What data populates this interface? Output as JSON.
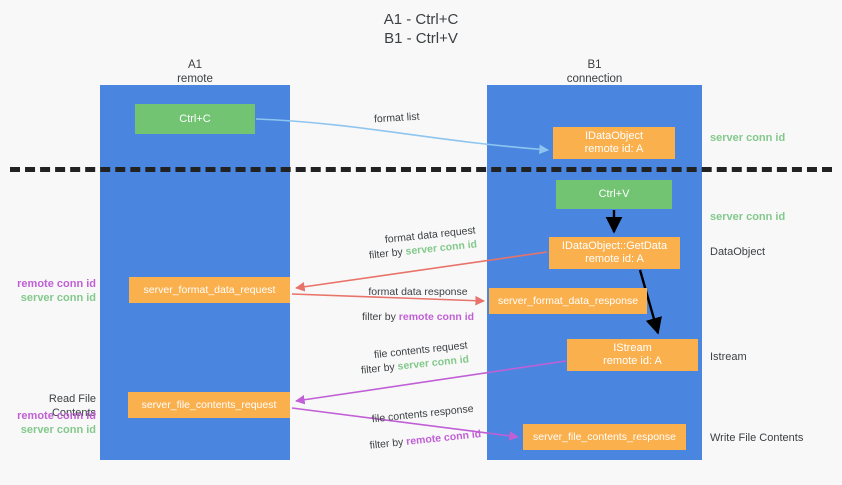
{
  "title": "A1 - Ctrl+C\nB1 - Ctrl+V",
  "lanes": [
    {
      "id": "a1",
      "label": "A1\nremote"
    },
    {
      "id": "b1",
      "label": "B1\nconnection"
    }
  ],
  "nodes": {
    "ctrl_c": "Ctrl+C",
    "idataobject": "IDataObject\nremote id: A",
    "ctrl_v": "Ctrl+V",
    "getdata": "IDataObject::GetData\nremote id: A",
    "istream": "IStream\nremote id: A",
    "server_format_data_request": "server_format_data_request",
    "server_format_data_response": "server_format_data_response",
    "server_file_contents_request": "server_file_contents_request",
    "server_file_contents_response": "server_file_contents_response"
  },
  "edge_labels": {
    "format_list": "format list",
    "format_data_request": "format data request",
    "format_data_response": "format data response",
    "file_contents_request": "file contents request",
    "file_contents_response": "file contents response",
    "filter_by": "filter by ",
    "server_conn_id": "server conn id",
    "remote_conn_id": "remote conn id"
  },
  "side_notes": {
    "server_conn_id_1": "server conn id",
    "server_conn_id_2": "server conn id",
    "dataobject": "DataObject",
    "istream": "Istream",
    "write_file_contents": "Write File Contents",
    "read_file_contents": "Read File Contents",
    "remote_conn_id": "remote conn id",
    "server_conn_id": "server conn id"
  },
  "colors": {
    "lane": "#4a86e0",
    "green_box": "#72c472",
    "orange_box": "#fbb04e",
    "remote_conn_id": "#c15fd6",
    "server_conn_id": "#84c98c",
    "arrow_blue": "#8ec5ef",
    "arrow_red": "#e8736a",
    "arrow_magenta": "#c15fd6",
    "arrow_black": "#000000",
    "divider": "#222222"
  }
}
